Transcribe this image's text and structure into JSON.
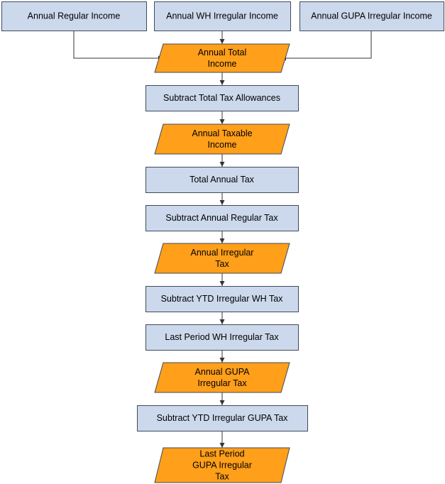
{
  "colors": {
    "process_fill": "#ccd9ec",
    "process_stroke": "#404a5a",
    "data_fill": "#ff9f1a",
    "data_stroke": "#404a5a",
    "connector": "#333333"
  },
  "nodes": [
    {
      "id": "annual-regular-income",
      "kind": "process",
      "lines": [
        "Annual Regular Income"
      ]
    },
    {
      "id": "annual-wh-irregular-income",
      "kind": "process",
      "lines": [
        "Annual WH Irregular Income"
      ]
    },
    {
      "id": "annual-gupa-irregular-income",
      "kind": "process",
      "lines": [
        "Annual GUPA Irregular Income"
      ]
    },
    {
      "id": "annual-total-income",
      "kind": "data",
      "lines": [
        "Annual Total",
        "Income"
      ]
    },
    {
      "id": "subtract-total-tax-allowances",
      "kind": "process",
      "lines": [
        "Subtract Total Tax Allowances"
      ]
    },
    {
      "id": "annual-taxable-income",
      "kind": "data",
      "lines": [
        "Annual Taxable",
        "Income"
      ]
    },
    {
      "id": "total-annual-tax",
      "kind": "process",
      "lines": [
        "Total Annual Tax"
      ]
    },
    {
      "id": "subtract-annual-regular-tax",
      "kind": "process",
      "lines": [
        "Subtract Annual Regular Tax"
      ]
    },
    {
      "id": "annual-irregular-tax",
      "kind": "data",
      "lines": [
        "Annual Irregular",
        "Tax"
      ]
    },
    {
      "id": "subtract-ytd-irregular-wh-tax",
      "kind": "process",
      "lines": [
        "Subtract YTD Irregular WH Tax"
      ]
    },
    {
      "id": "last-period-wh-irregular-tax",
      "kind": "process",
      "lines": [
        "Last Period WH Irregular Tax"
      ]
    },
    {
      "id": "annual-gupa-irregular-tax",
      "kind": "data",
      "lines": [
        "Annual GUPA",
        "Irregular Tax"
      ]
    },
    {
      "id": "subtract-ytd-irregular-gupa-tax",
      "kind": "process",
      "lines": [
        "Subtract YTD Irregular GUPA Tax"
      ]
    },
    {
      "id": "last-period-gupa-irregular-tax",
      "kind": "data",
      "lines": [
        "Last Period",
        "GUPA Irregular",
        "Tax"
      ]
    }
  ],
  "edges": [
    {
      "from": "annual-regular-income",
      "to": "annual-total-income"
    },
    {
      "from": "annual-wh-irregular-income",
      "to": "annual-total-income"
    },
    {
      "from": "annual-gupa-irregular-income",
      "to": "annual-total-income"
    },
    {
      "from": "annual-total-income",
      "to": "subtract-total-tax-allowances"
    },
    {
      "from": "subtract-total-tax-allowances",
      "to": "annual-taxable-income"
    },
    {
      "from": "annual-taxable-income",
      "to": "total-annual-tax"
    },
    {
      "from": "total-annual-tax",
      "to": "subtract-annual-regular-tax"
    },
    {
      "from": "subtract-annual-regular-tax",
      "to": "annual-irregular-tax"
    },
    {
      "from": "annual-irregular-tax",
      "to": "subtract-ytd-irregular-wh-tax"
    },
    {
      "from": "subtract-ytd-irregular-wh-tax",
      "to": "last-period-wh-irregular-tax"
    },
    {
      "from": "last-period-wh-irregular-tax",
      "to": "annual-gupa-irregular-tax"
    },
    {
      "from": "annual-gupa-irregular-tax",
      "to": "subtract-ytd-irregular-gupa-tax"
    },
    {
      "from": "subtract-ytd-irregular-gupa-tax",
      "to": "last-period-gupa-irregular-tax"
    }
  ]
}
